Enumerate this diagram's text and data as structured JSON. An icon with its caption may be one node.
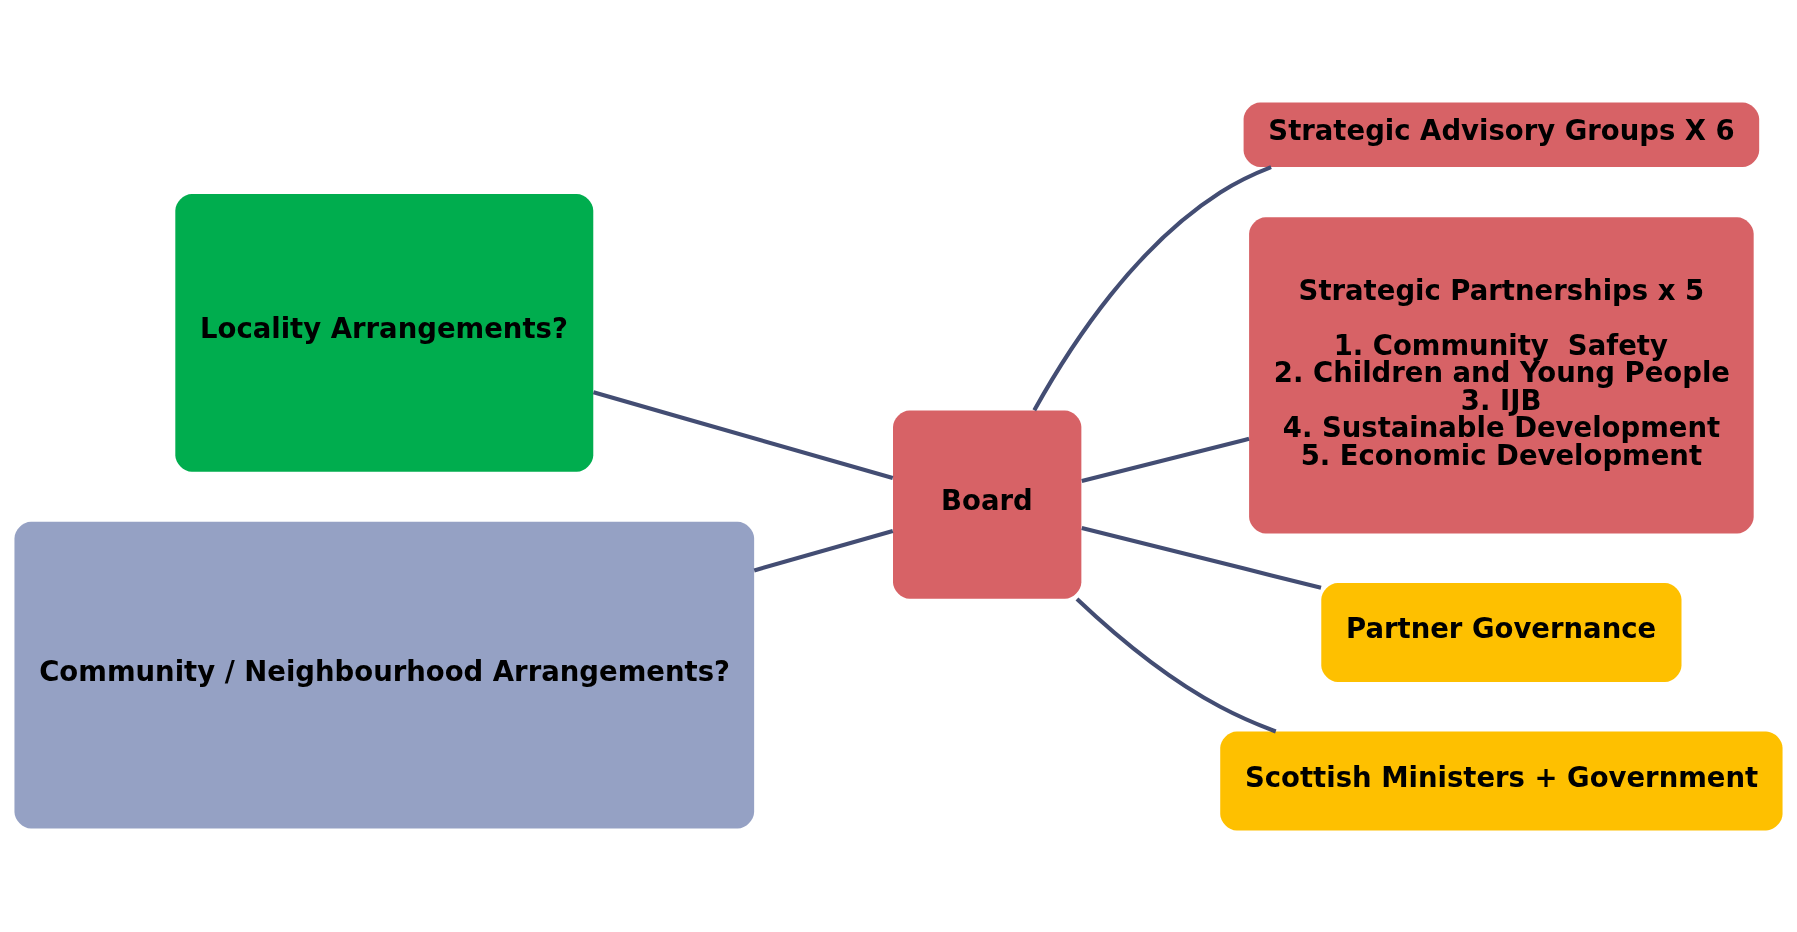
{
  "diagram": {
    "nodes": [
      {
        "text": [
          "Locality Arrangements?"
        ]
      },
      {
        "text": [
          "Community / Neighbourhood Arrangements?"
        ]
      },
      {
        "text": [
          "Board"
        ]
      },
      {
        "text": [
          "Strategic Advisory Groups X 6"
        ]
      },
      {
        "text": [
          "Strategic Partnerships x 5",
          "1. Community  Safety",
          "2. Children and Young People",
          "3. IJB",
          "4. Sustainable Development",
          "5. Economic Development"
        ]
      },
      {
        "text": [
          "Partner Governance"
        ]
      },
      {
        "text": [
          "Scottish Ministers + Government"
        ]
      }
    ],
    "edges": [
      {
        "from": 0,
        "to": 2,
        "arrow": "none"
      },
      {
        "from": 1,
        "to": 2,
        "arrow": "none"
      },
      {
        "from": 2,
        "to": 3,
        "arrow": "none"
      },
      {
        "from": 2,
        "to": 4,
        "arrow": "none"
      },
      {
        "from": 2,
        "to": 5,
        "arrow": "none"
      },
      {
        "from": 2,
        "to": 6,
        "arrow": "none"
      }
    ]
  }
}
